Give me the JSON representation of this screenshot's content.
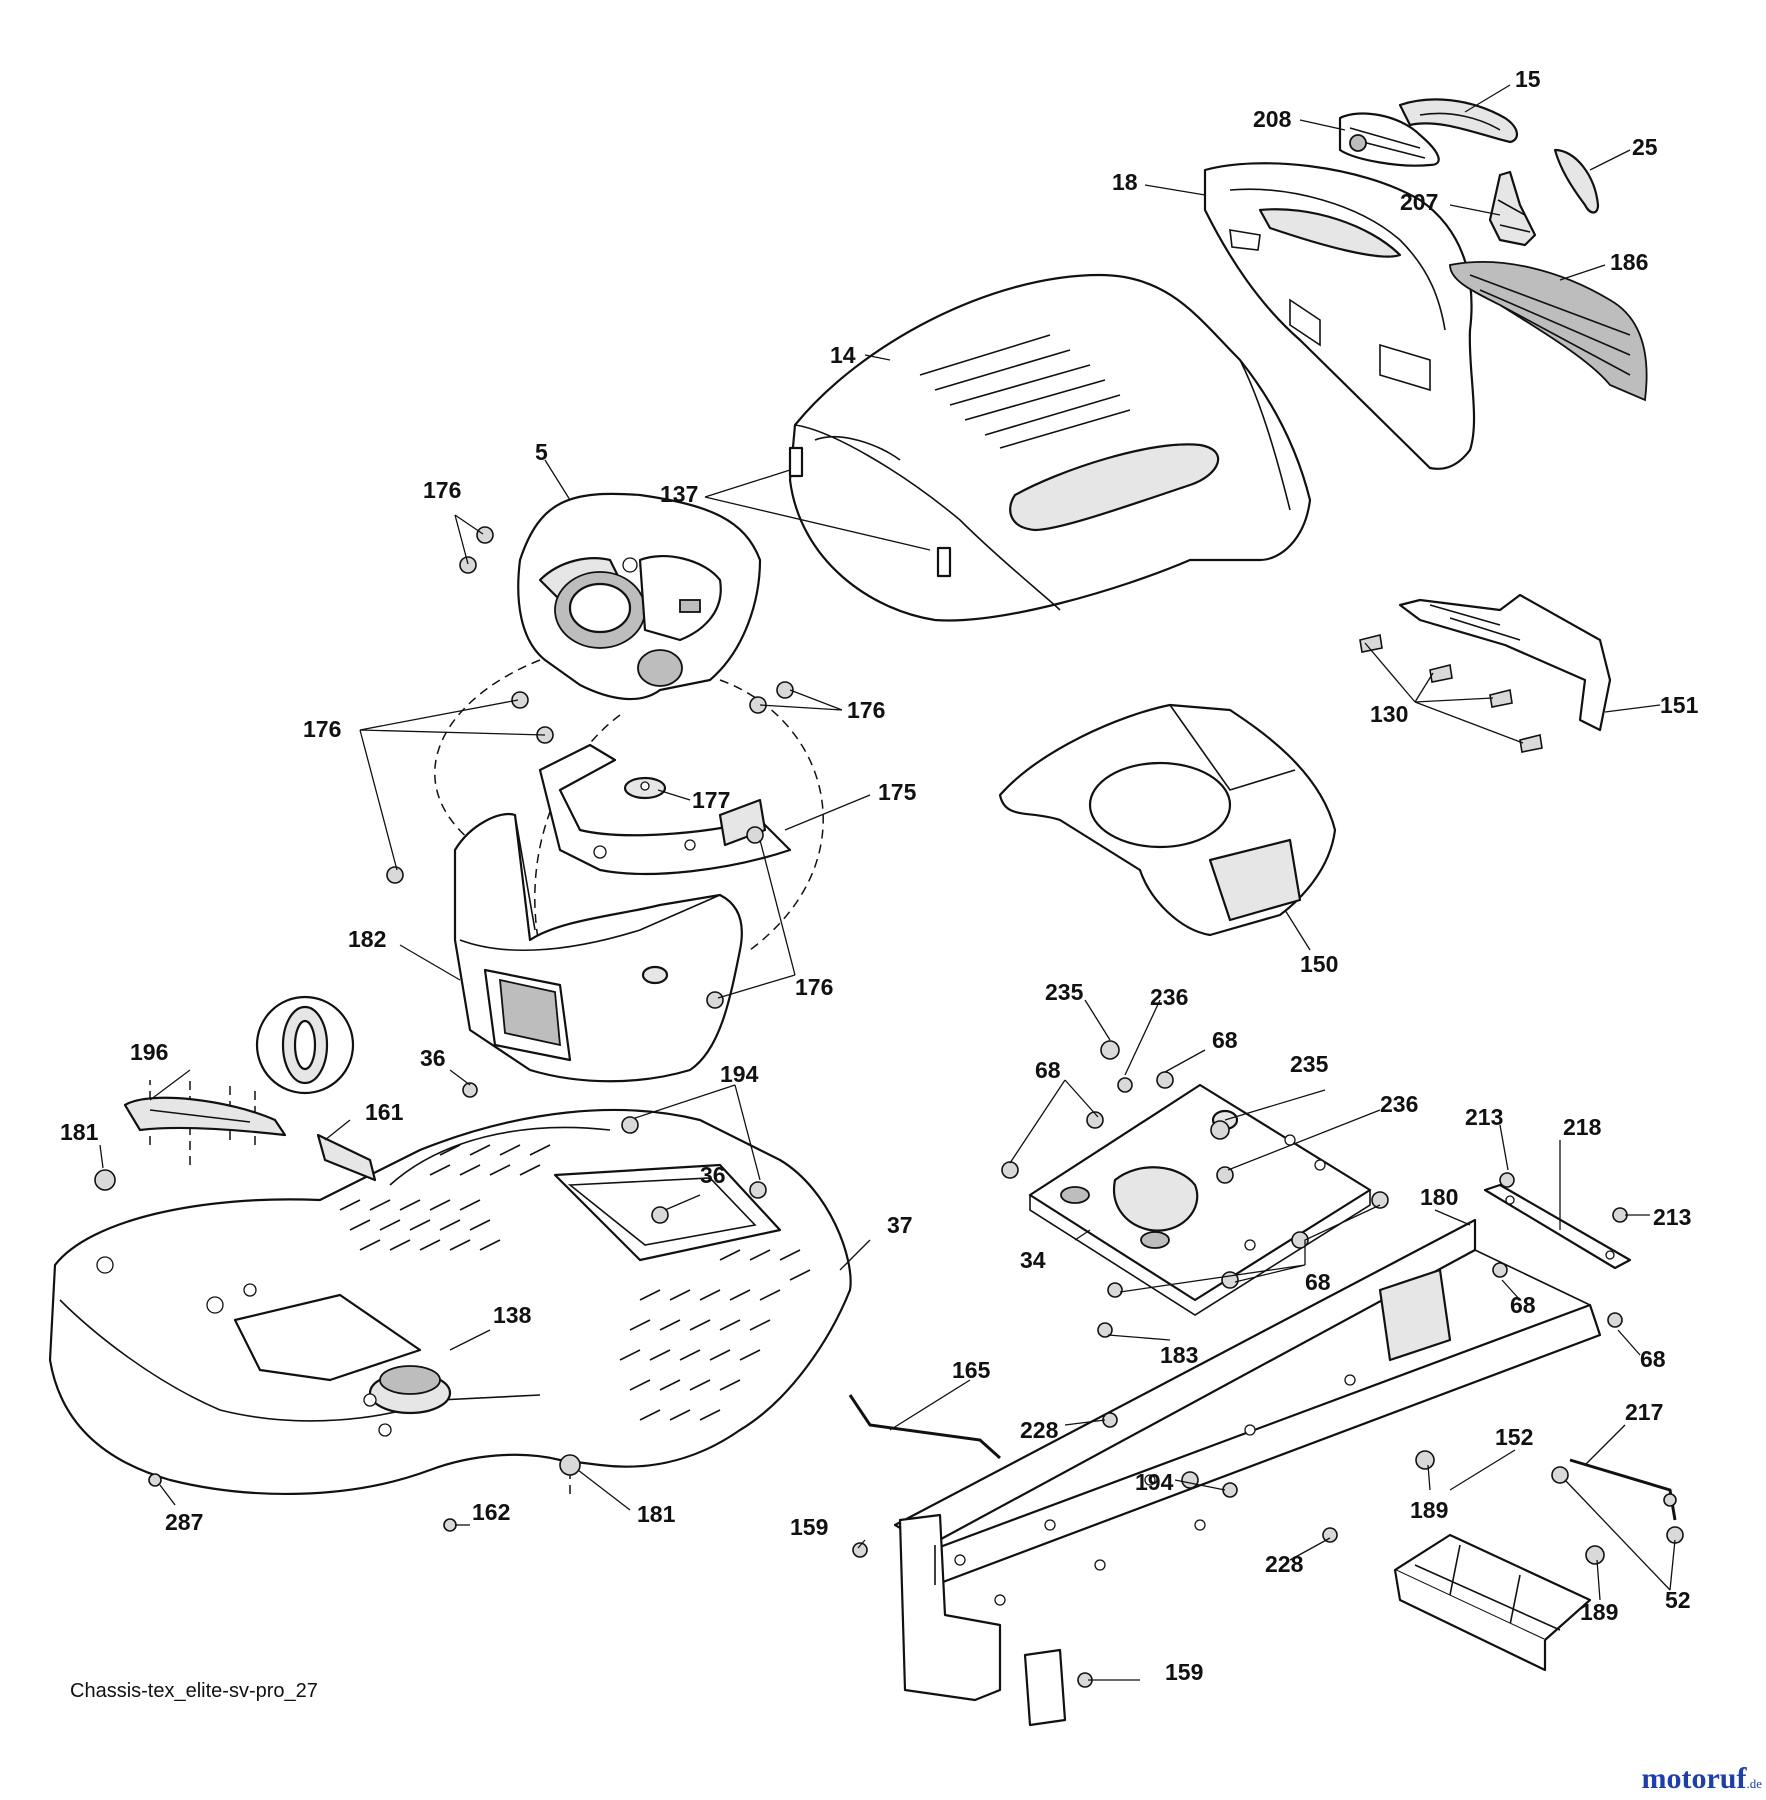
{
  "caption": "Chassis-tex_elite-sv-pro_27",
  "watermark": {
    "name": "motoruf",
    "suffix": ".de",
    "color": "#1f3fa8"
  },
  "labels": {
    "l15": "15",
    "l208": "208",
    "l25": "25",
    "l18": "18",
    "l207": "207",
    "l186": "186",
    "l14": "14",
    "l5": "5",
    "l137": "137",
    "l176a": "176",
    "l176b": "176",
    "l176c": "176",
    "l176d": "176",
    "l177": "177",
    "l175": "175",
    "l182": "182",
    "l130": "130",
    "l151": "151",
    "l150": "150",
    "l235a": "235",
    "l236a": "236",
    "l68a": "68",
    "l68b": "68",
    "l235b": "235",
    "l236b": "236",
    "l34": "34",
    "l68c": "68",
    "l183": "183",
    "l213a": "213",
    "l218": "218",
    "l213b": "213",
    "l68d": "68",
    "l68e": "68",
    "l180": "180",
    "l196": "196",
    "l161": "161",
    "l181a": "181",
    "l36a": "36",
    "l194a": "194",
    "l36b": "36",
    "l37": "37",
    "l138": "138",
    "l287": "287",
    "l162": "162",
    "l181b": "181",
    "l165": "165",
    "l228a": "228",
    "l194b": "194",
    "l159a": "159",
    "l228b": "228",
    "l159b": "159",
    "l152": "152",
    "l217": "217",
    "l189a": "189",
    "l189b": "189",
    "l52": "52"
  }
}
